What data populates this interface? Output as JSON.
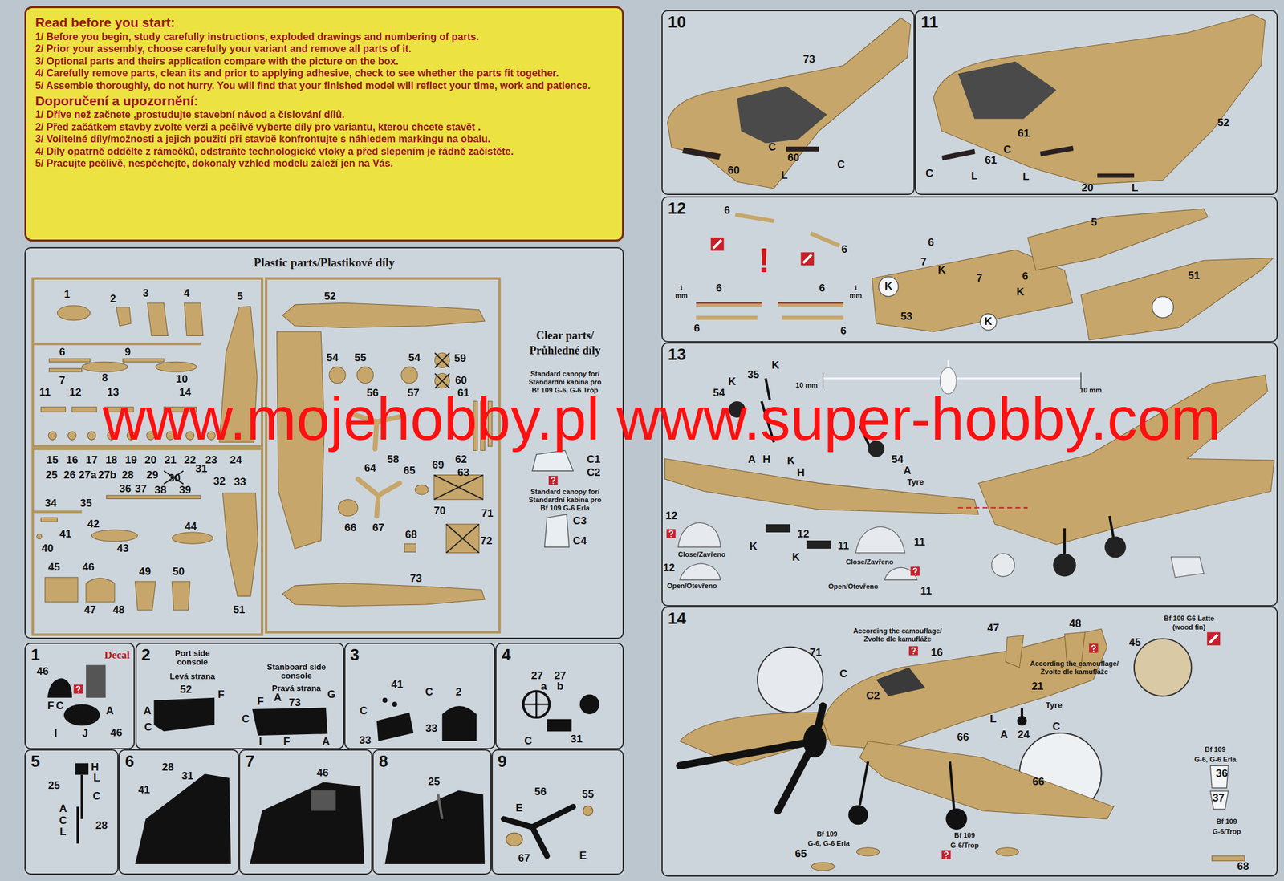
{
  "diagram": {
    "nodes": [
      {
        "text": [
          "Read before you start:",
          "1/ Before you begin, study carefully instructions, exploded drawings and numbering of parts.",
          "2/ Prior your assembly, choose carefully your variant and remove all parts of it.",
          "3/ Optional parts and theirs application compare with the picture on the box.",
          "4/ Carefully remove parts, clean its and prior to applying adhesive, check to see whether the parts fit together.",
          "5/ Assemble thoroughly, do not hurry. You will find that your finished model will reflect your time, work and patience.",
          "Doporučení a upozornění:",
          "1/ Dříve než začnete ,prostudujte stavební návod a číslování dílů.",
          "2/ Před začátkem stavby zvolte verzi a pečlivě vyberte díly pro variantu, kterou chcete stavět .",
          "3/ Volitelné díly/možnosti a jejich použití při stavbě konfrontujte s náhledem markingu na obalu.",
          "4/ Díly opatrně oddělte z rámečků, odstraňte technologické vtoky a před slepením je řádně začistěte.",
          "5/ Pracujte pečlivě, nespěchejte, dokonalý vzhled modelu záleží jen na Vás."
        ]
      },
      {
        "text": [
          "Plastic parts/Plastikové díly"
        ]
      },
      {
        "text": [
          "1"
        ]
      },
      {
        "text": [
          "2"
        ]
      },
      {
        "text": [
          "3"
        ]
      },
      {
        "text": [
          "4"
        ]
      },
      {
        "text": [
          "5"
        ]
      },
      {
        "text": [
          "6"
        ]
      },
      {
        "text": [
          "7"
        ]
      },
      {
        "text": [
          "8"
        ]
      },
      {
        "text": [
          "9"
        ]
      },
      {
        "text": [
          "10"
        ]
      },
      {
        "text": [
          "11"
        ]
      },
      {
        "text": [
          "12"
        ]
      },
      {
        "text": [
          "13"
        ]
      },
      {
        "text": [
          "14"
        ]
      }
    ],
    "labels": [
      "www.mojehobby.pl www.super-hobby.com",
      "1",
      "2",
      "3",
      "4",
      "5",
      "6",
      "9",
      "7",
      "8",
      "10",
      "11",
      "12",
      "13",
      "14",
      "15",
      "16",
      "17",
      "18",
      "19",
      "20",
      "21",
      "22",
      "23",
      "24",
      "25",
      "26",
      "27a",
      "27b",
      "28",
      "29",
      "30",
      "31",
      "32",
      "33",
      "36",
      "37",
      "38",
      "39",
      "34",
      "35",
      "42",
      "44",
      "41",
      "40",
      "43",
      "45",
      "46",
      "49",
      "50",
      "47",
      "48",
      "51",
      "52",
      "54",
      "55",
      "54",
      "59",
      "60",
      "61",
      "56",
      "57",
      "58",
      "62",
      "63",
      "64",
      "65",
      "69",
      "70",
      "71",
      "66",
      "67",
      "68",
      "72",
      "73",
      "Clear parts/",
      "Průhledné díly",
      "Standard canopy for/",
      "Standardní kabina pro",
      "Bf 109 G-6, G-6 Trop",
      "C1",
      "C2",
      "Standard canopy for/",
      "Standardní kabina pro",
      "Bf 109 G-6 Erla",
      "C3",
      "C4",
      "Decal",
      "46",
      "F",
      "C",
      "A",
      "I",
      "J",
      "46",
      "Port side console",
      "Levá strana",
      "Stanboard side console",
      "Pravá strana",
      "52",
      "F",
      "A",
      "C",
      "F",
      "A",
      "73",
      "G",
      "C",
      "I",
      "F",
      "A",
      "41",
      "C",
      "2",
      "C",
      "33",
      "33",
      "27",
      "27",
      "a",
      "b",
      "C",
      "31",
      "H",
      "L",
      "25",
      "C",
      "A",
      "C",
      "L",
      "28",
      "28",
      "31",
      "41",
      "46",
      "25",
      "56",
      "55",
      "E",
      "67",
      "E",
      "73",
      "C",
      "60",
      "60",
      "C",
      "L",
      "61",
      "C",
      "61",
      "C",
      "L",
      "L",
      "52",
      "20",
      "L",
      "6",
      "6",
      "!",
      "1 mm",
      "6",
      "6",
      "1 mm",
      "6",
      "6",
      "6",
      "7",
      "K",
      "7",
      "6",
      "K",
      "K",
      "53",
      "K",
      "5",
      "51",
      "K",
      "35",
      "K",
      "10 mm",
      "10 mm",
      "54",
      "A",
      "H",
      "K",
      "H",
      "54",
      "A",
      "Tyre",
      "12",
      "12",
      "11",
      "11",
      "K",
      "K",
      "12",
      "11",
      "Close/Zavřeno",
      "Open/Otevřeno",
      "Close/Zavřeno",
      "Open/Otevřeno",
      "According the camouflage/",
      "Zvolte dle kamufláže",
      "16",
      "47",
      "48",
      "71",
      "C",
      "C2",
      "Bf 109 G6 Latte",
      "(wood fin)",
      "45",
      "According the camouflage/",
      "Zvolte dle kamufláže",
      "21",
      "Tyre",
      "L",
      "C",
      "A",
      "24",
      "66",
      "66",
      "Bf 109",
      "G-6, G-6 Erla",
      "36",
      "37",
      "Bf 109",
      "G-6/Trop",
      "68",
      "Bf 109",
      "G-6, G-6 Erla",
      "Bf 109",
      "G-6/Trop",
      "65"
    ]
  }
}
